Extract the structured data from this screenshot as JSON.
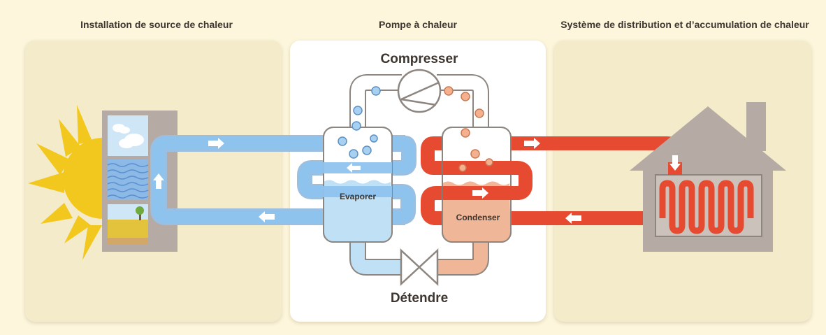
{
  "headings": {
    "source": "Installation de source de chaleur",
    "pump": "Pompe à chaleur",
    "distribution": "Système de distribution et d’accumulation de chaleur"
  },
  "labels": {
    "compressor": "Compresser",
    "expansion": "Détendre",
    "evaporator": "Evaporer",
    "condenser": "Condenser"
  },
  "colors": {
    "background": "#fdf6dc",
    "panel_side": "#f4ebcb",
    "panel_center": "#ffffff",
    "cold_loop": "#8ec3ee",
    "hot_loop": "#e64a30",
    "evaporator_fill": "#bfe0f5",
    "condenser_fill": "#efb698",
    "sun": "#f2c81e",
    "house": "#b5aba4"
  },
  "icons": {
    "sun": "sun-icon",
    "house": "house-icon",
    "radiator": "radiator-icon",
    "compressor": "compressor-icon",
    "expansion_valve": "expansion-valve-icon",
    "heat_sources": [
      "air-source-icon",
      "water-source-icon",
      "ground-source-icon"
    ]
  }
}
